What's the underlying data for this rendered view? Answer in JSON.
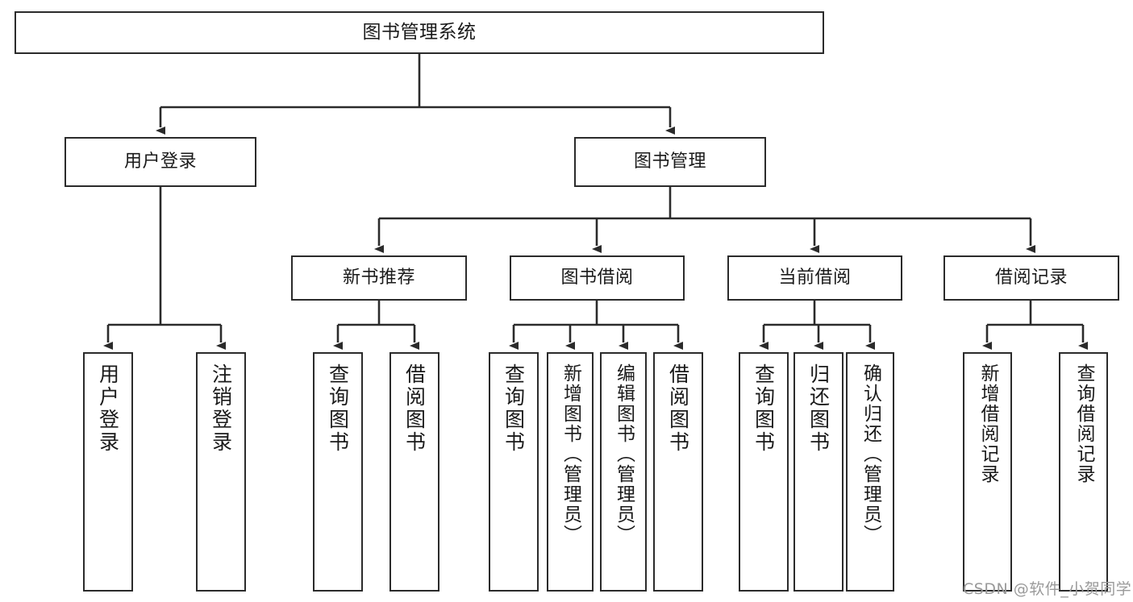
{
  "diagram": {
    "title": "图书管理系统",
    "type": "hierarchy-tree",
    "orientation": "top-down",
    "stroke_color": "#2b2b2b",
    "fill_color": "#ffffff",
    "text_color": "#1a1a1a"
  },
  "nodes": {
    "root": {
      "label": "图书管理系统",
      "level": 1
    },
    "l2": [
      {
        "id": "user-login",
        "label": "用户登录",
        "level": 2
      },
      {
        "id": "book-manage",
        "label": "图书管理",
        "level": 2
      }
    ],
    "l3": [
      {
        "id": "new-book-recommend",
        "label": "新书推荐",
        "level": 3
      },
      {
        "id": "book-borrow",
        "label": "图书借阅",
        "level": 3
      },
      {
        "id": "current-borrow",
        "label": "当前借阅",
        "level": 3
      },
      {
        "id": "borrow-record",
        "label": "借阅记录",
        "level": 3
      }
    ],
    "leaves": [
      {
        "id": "leaf-user-login",
        "label": "用户登录",
        "parent": "user-login"
      },
      {
        "id": "leaf-user-logout",
        "label": "注销登录",
        "parent": "user-login"
      },
      {
        "id": "leaf-query-book-1",
        "label": "查询图书",
        "parent": "new-book-recommend"
      },
      {
        "id": "leaf-borrow-book-1",
        "label": "借阅图书",
        "parent": "new-book-recommend"
      },
      {
        "id": "leaf-query-book-2",
        "label": "查询图书",
        "parent": "book-borrow"
      },
      {
        "id": "leaf-add-book",
        "label": "新增图书（管理员）",
        "parent": "book-borrow"
      },
      {
        "id": "leaf-edit-book",
        "label": "编辑图书（管理员）",
        "parent": "book-borrow"
      },
      {
        "id": "leaf-borrow-book-2",
        "label": "借阅图书",
        "parent": "book-borrow"
      },
      {
        "id": "leaf-query-book-3",
        "label": "查询图书",
        "parent": "current-borrow"
      },
      {
        "id": "leaf-return-book",
        "label": "归还图书",
        "parent": "current-borrow"
      },
      {
        "id": "leaf-confirm-return",
        "label": "确认归还（管理员）",
        "parent": "current-borrow"
      },
      {
        "id": "leaf-add-record",
        "label": "新增借阅记录",
        "parent": "borrow-record"
      },
      {
        "id": "leaf-query-record",
        "label": "查询借阅记录",
        "parent": "borrow-record"
      }
    ]
  },
  "watermark": {
    "text": "CSDN @软件_小贺同学"
  }
}
